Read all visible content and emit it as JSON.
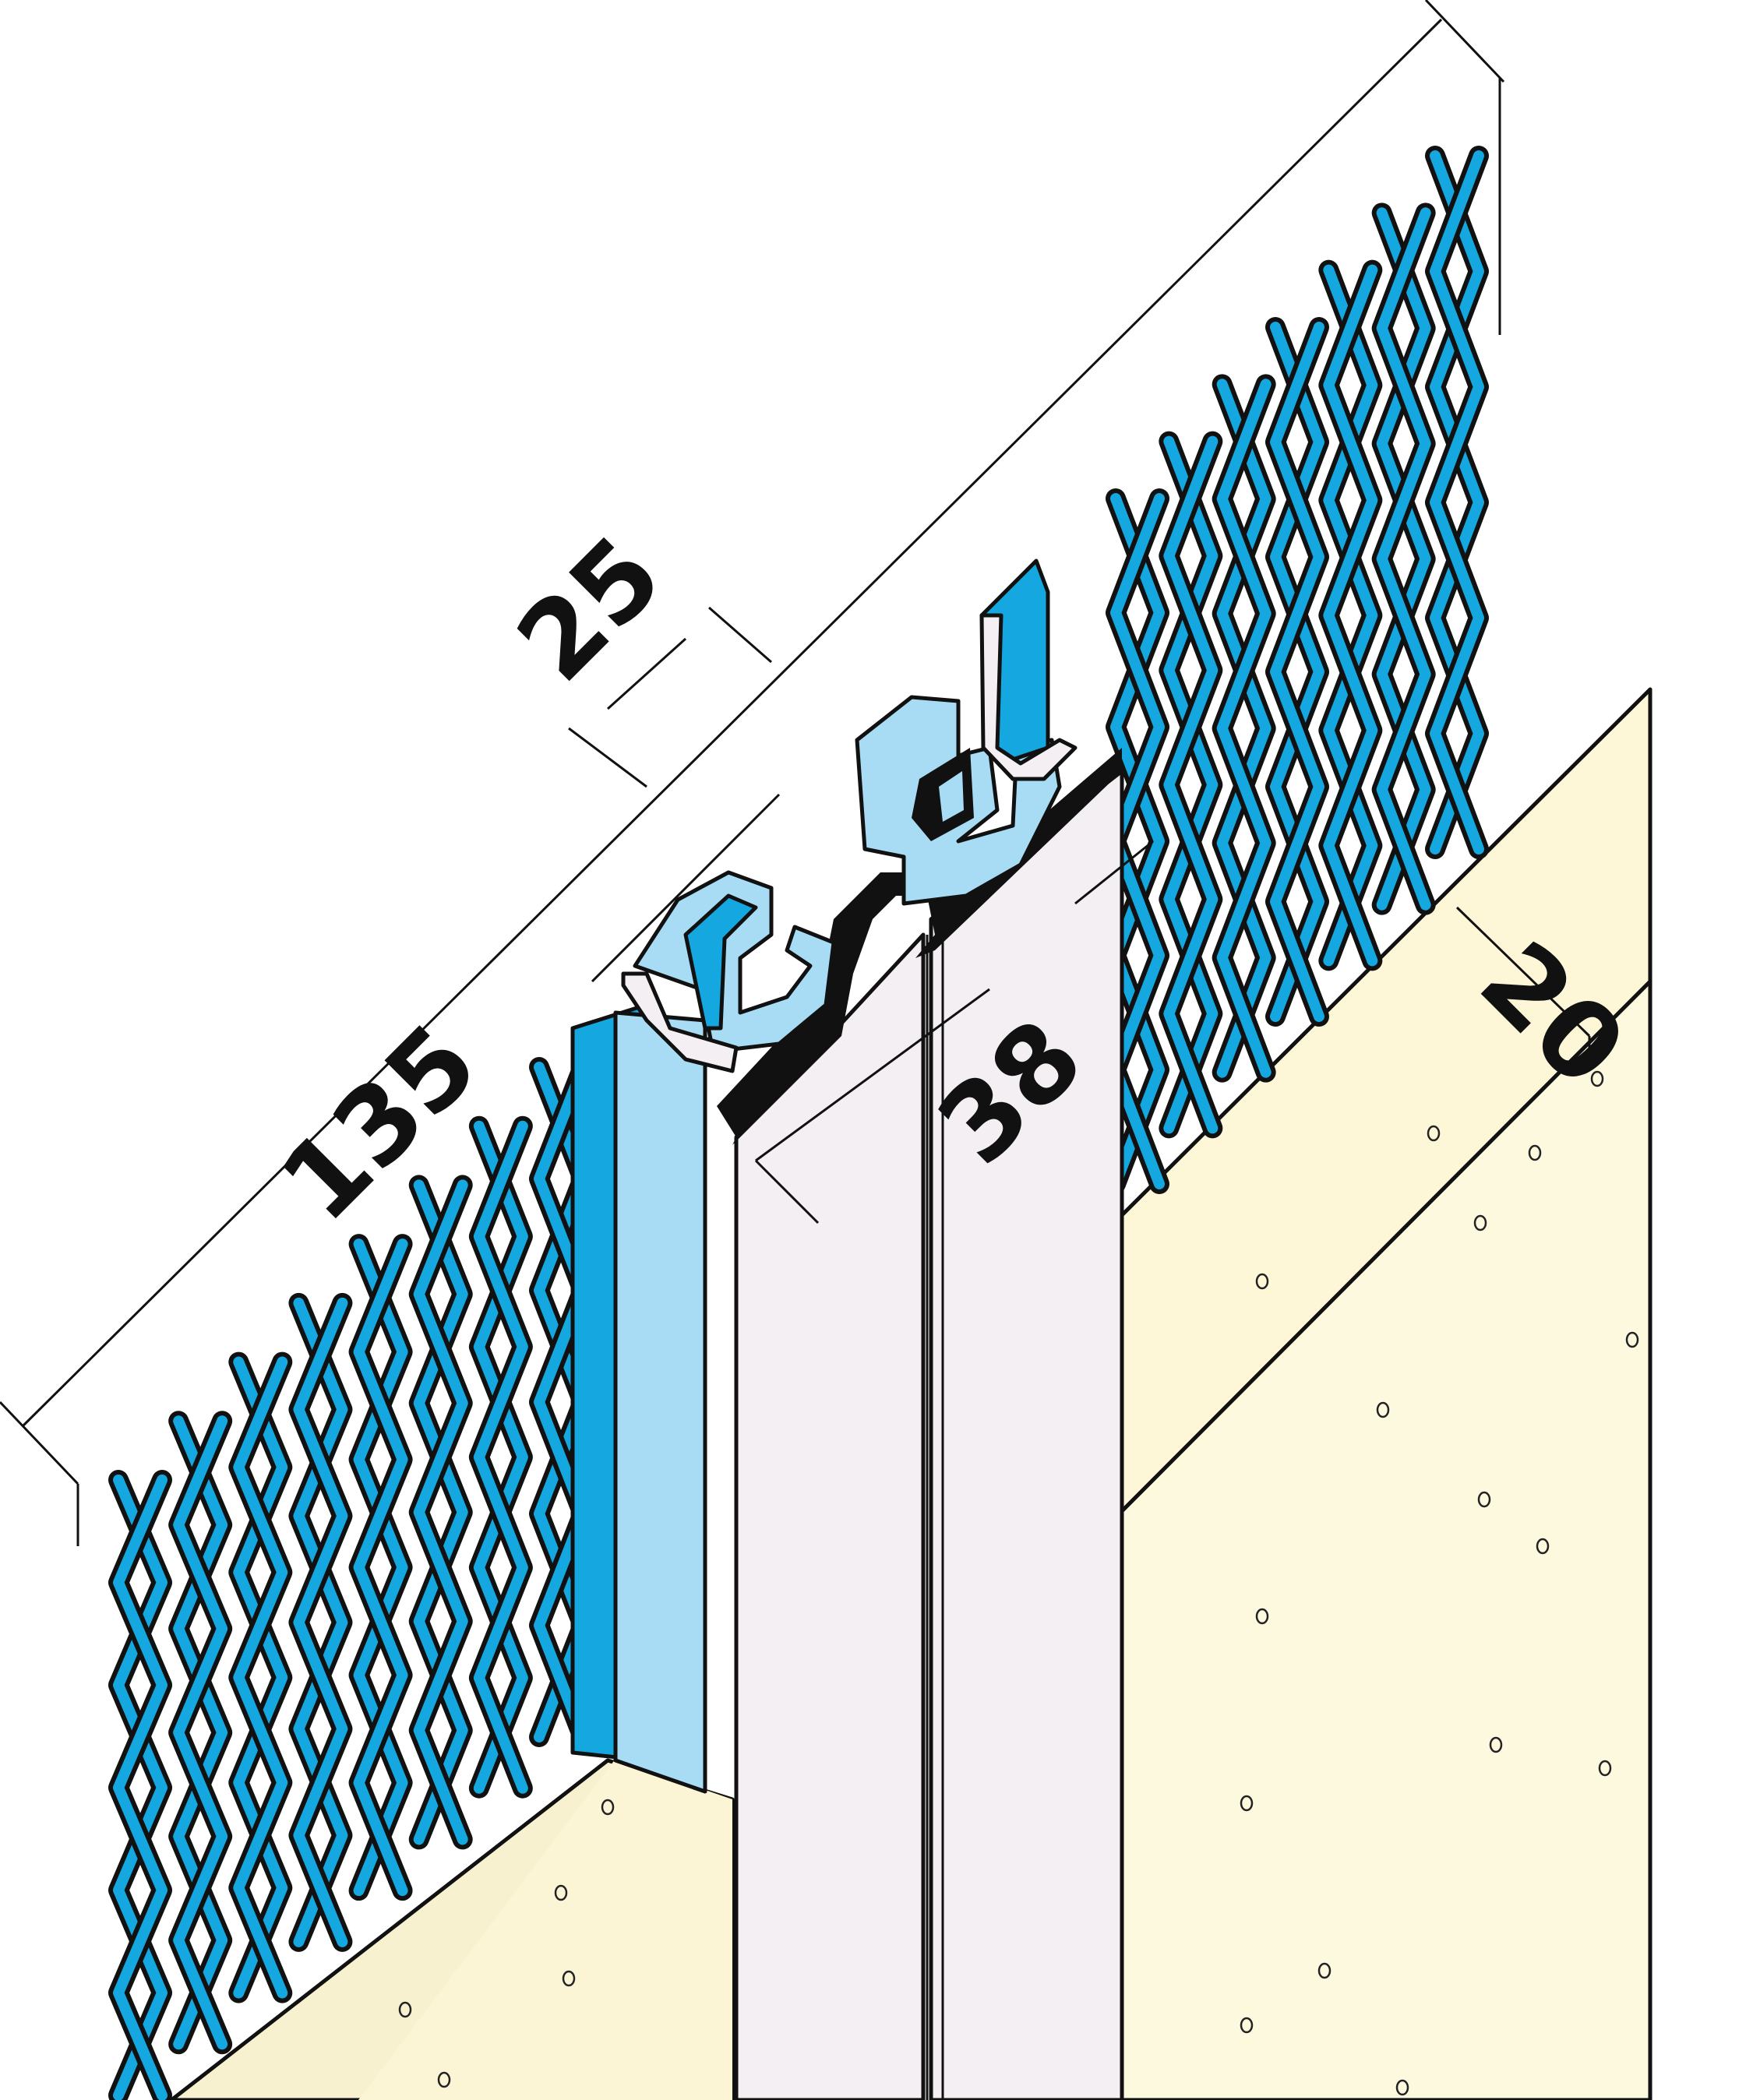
{
  "dimensions": {
    "width_135": "135",
    "width_25": "25",
    "depth_38": "38",
    "depth_20": "20"
  },
  "colors": {
    "mesh": "#15a8e0",
    "mesh_light": "#a8dcf5",
    "profile": "#f3eff3",
    "board": "#fdf7d8",
    "board_edge": "#f5eec8",
    "outline": "#111111"
  }
}
